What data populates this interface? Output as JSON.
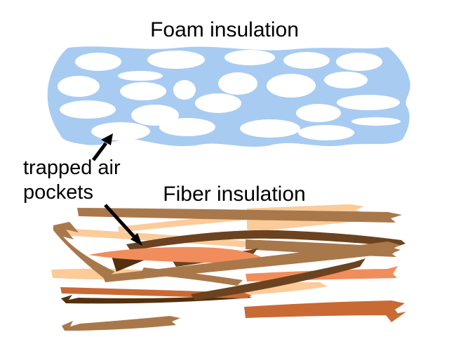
{
  "labels": {
    "foam_title": "Foam insulation",
    "fiber_title": "Fiber insulation",
    "annotation_line1": "trapped air",
    "annotation_line2": "pockets"
  },
  "colors": {
    "background": "#FFFFFF",
    "foam": "#A8CBF1",
    "air_pocket": "#FFFFFF",
    "text": "#000000",
    "arrow": "#000000",
    "fiber_peach": "#FBCB99",
    "fiber_tan": "#A9784A",
    "fiber_dark_brown": "#6B4320",
    "fiber_darkest_brown": "#54300E",
    "fiber_orange": "#F18D5C",
    "fiber_burnt_orange": "#C96A35"
  }
}
